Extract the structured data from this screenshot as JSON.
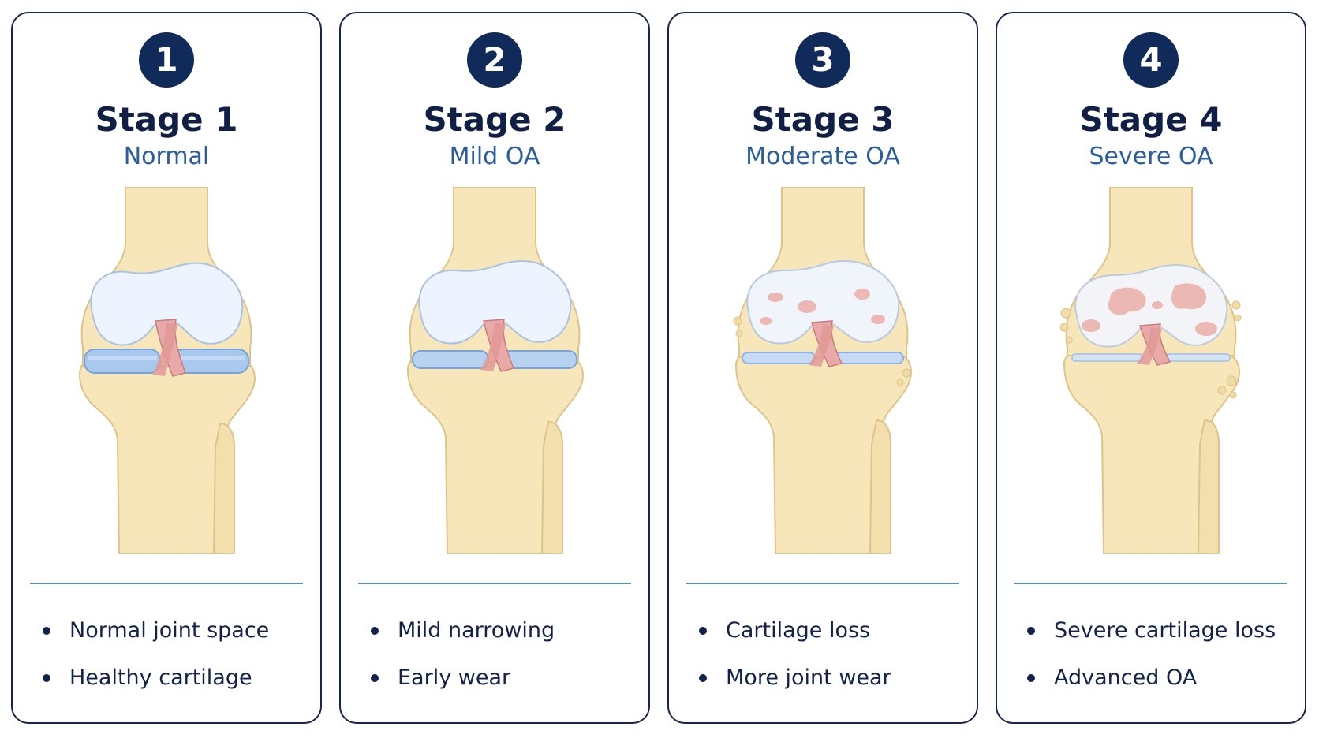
{
  "stages": [
    {
      "number": "1",
      "title": "Stage 1",
      "subtitle": "Normal",
      "bullets": [
        "Normal joint space",
        "Healthy cartilage"
      ]
    },
    {
      "number": "2",
      "title": "Stage 2",
      "subtitle": "Mild OA",
      "bullets": [
        "Mild narrowing",
        "Early wear"
      ]
    },
    {
      "number": "3",
      "title": "Stage 3",
      "subtitle": "Moderate OA",
      "bullets": [
        "Cartilage loss",
        "More joint wear"
      ]
    },
    {
      "number": "4",
      "title": "Stage 4",
      "subtitle": "Severe OA",
      "bullets": [
        "Severe cartilage loss",
        "Advanced OA"
      ]
    }
  ],
  "colors": {
    "border": "#17264d",
    "badge": "#102a59",
    "title": "#0f1f45",
    "subtitle": "#2a5d9c",
    "divider": "#5a87c7",
    "bone": "#f6e6b9",
    "bone_outline": "#dcc48a",
    "cartilage": "#eef4ff",
    "meniscus": "#a9c8ee",
    "ligament": "#e8a9a8",
    "erosion": "#ecb8b4"
  }
}
